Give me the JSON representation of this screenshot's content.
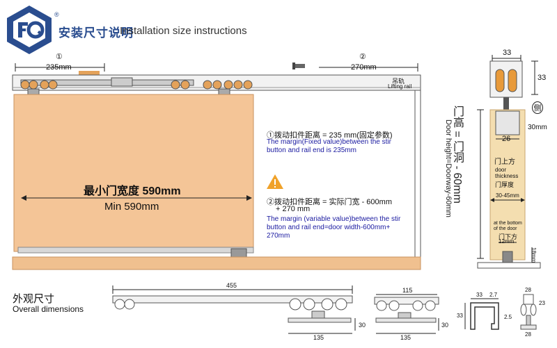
{
  "header": {
    "title_cn": "安装尺寸说明",
    "title_en": "Installation size instructions",
    "reg_mark": "®"
  },
  "top_diagram": {
    "marker1": "①",
    "dim1": "235mm",
    "marker2": "②",
    "dim2": "270mm",
    "rail_label_cn": "吊轨",
    "rail_label_en": "Lifting rail",
    "door_cn": "最小门宽度 590mm",
    "door_en": "Min 590mm",
    "note1_cn": "①拨动扣件距离 = 235 mm(固定参数)",
    "note1_en_line1": "The margin(Fixed value)between the stir",
    "note1_en_line2": "button and rail end is 235mm",
    "note2_cn_line1": "②拨动扣件距离 = 实际门宽 - 600mm",
    "note2_cn_line2": "+ 270 mm",
    "note2_en_line1": "The margin (variable value)between the stir",
    "note2_en_line2": "button and rail end=door width-600mm+",
    "note2_en_line3": "270mm"
  },
  "side_diagram": {
    "dim_top": "33",
    "dim_right": "33",
    "side_label": "侧",
    "dim_30mm": "30mm",
    "dim_26": "26",
    "door_height_cn": "门高 = 门洞 - 60mm",
    "door_height_en": "Door height=Doorway-60mm",
    "door_top_cn": "门上方",
    "thickness_en1": "door",
    "thickness_en2": "thickness",
    "thickness_cn": "门厚度",
    "range": "30-45mm",
    "bottom_en1": "at the bottom",
    "bottom_en2": "of the door",
    "bottom_cn": "门下方",
    "bottom_dim": "12mm",
    "dim_18mm": "18mm"
  },
  "overall": {
    "title_cn": "外观尺寸",
    "title_en": "Overall dimensions",
    "dim_455": "455",
    "dim_30a": "30",
    "dim_135a": "135",
    "dim_115": "115",
    "dim_30b": "30",
    "dim_135b": "135",
    "dim_33a": "33",
    "dim_2_7": "2.7",
    "dim_33b": "33",
    "dim_2_5": "2.5",
    "dim_28a": "28",
    "dim_23": "23",
    "dim_28b": "28"
  }
}
